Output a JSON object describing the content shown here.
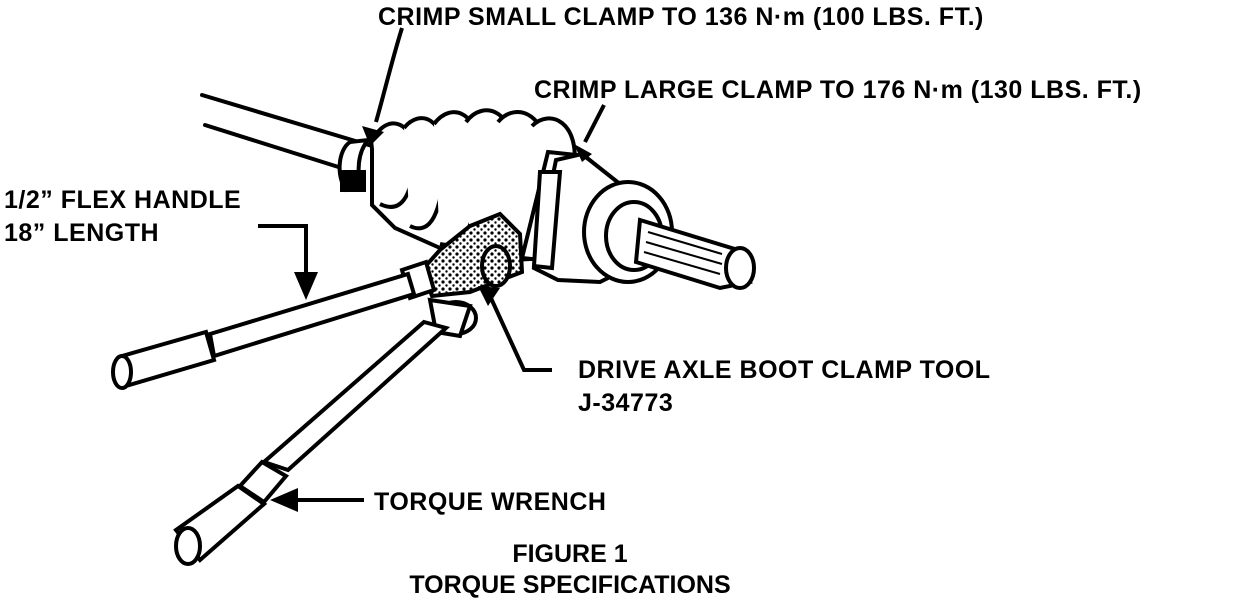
{
  "labels": {
    "small_clamp": "CRIMP SMALL CLAMP TO 136 N·m (100 LBS. FT.)",
    "large_clamp": "CRIMP LARGE CLAMP TO 176 N·m (130 LBS. FT.)",
    "flex_handle_line1": "1/2” FLEX HANDLE",
    "flex_handle_line2": "18” LENGTH",
    "drive_tool_line1": "DRIVE AXLE BOOT CLAMP TOOL",
    "drive_tool_line2": "J-34773",
    "torque_wrench": "TORQUE WRENCH"
  },
  "caption": {
    "figure": "FIGURE 1",
    "title": "TORQUE SPECIFICATIONS"
  },
  "colors": {
    "ink": "#000000",
    "paper": "#ffffff"
  }
}
